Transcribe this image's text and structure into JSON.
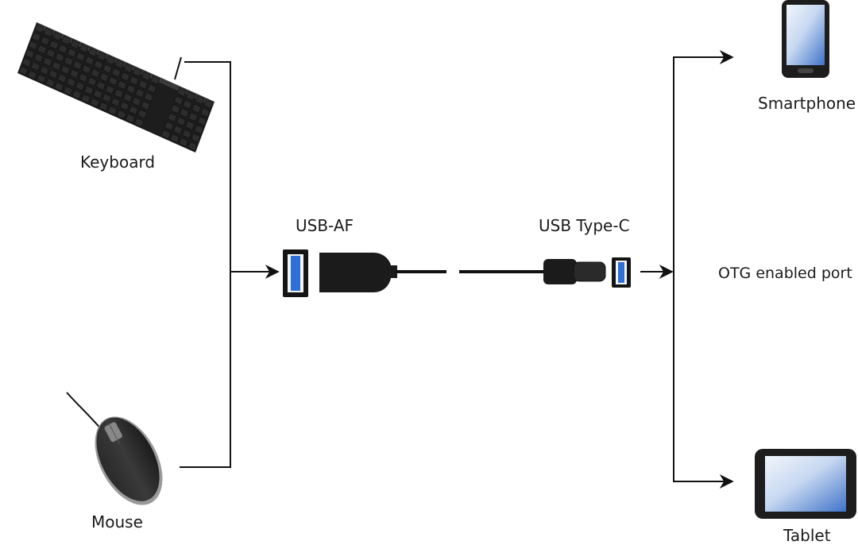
{
  "labels": {
    "keyboard": "Keyboard",
    "mouse": "Mouse",
    "usb_af": "USB-AF",
    "usb_type_c": "USB Type-C",
    "otg_port": "OTG enabled port",
    "smartphone": "Smartphone",
    "tablet": "Tablet"
  },
  "colors": {
    "line": "#111111",
    "device_body": "#1f1f1f",
    "usb_blue": "#2e6fd8",
    "screen_top": "#e6eef9",
    "screen_bottom": "#3f73c9"
  },
  "icons": [
    "keyboard-icon",
    "mouse-icon",
    "usb-a-female-port-icon",
    "usb-a-female-connector-icon",
    "usb-c-plug-icon",
    "usb-a-port-icon",
    "smartphone-icon",
    "tablet-icon"
  ]
}
